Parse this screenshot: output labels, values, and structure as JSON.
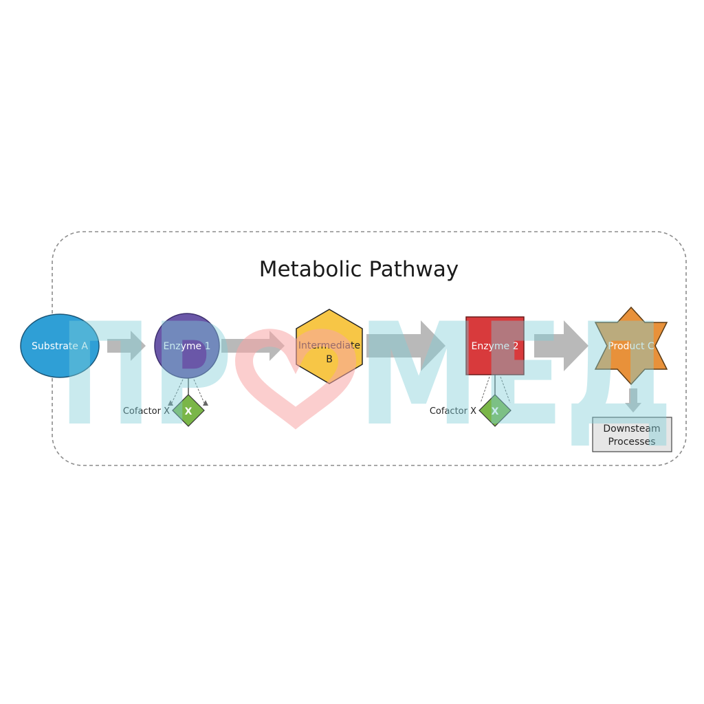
{
  "title": "Metabolic Pathway",
  "nodes": {
    "substrate": {
      "label": "Substrate A",
      "fill": "#2f9fd6",
      "text_color": "#ffffff"
    },
    "enzyme1": {
      "label": "Enzyme 1",
      "fill": "#6a57a8",
      "text_color": "#ffffff"
    },
    "intermediate": {
      "label_line1": "Intermediate",
      "label_line2": "B",
      "fill": "#f7c646",
      "text_color": "#222222"
    },
    "enzyme2": {
      "label": "Enzyme 2",
      "fill": "#d83a3c",
      "text_color": "#ffffff"
    },
    "product": {
      "label": "Product C",
      "fill": "#e8913a",
      "text_color": "#ffffff"
    },
    "downstream": {
      "label_line1": "Downsteam",
      "label_line2": "Processes",
      "fill": "#e6e6e6",
      "text_color": "#222222"
    }
  },
  "cofactors": [
    {
      "label": "Cofactor X",
      "symbol": "X",
      "fill": "#7ab648"
    },
    {
      "label": "Cofactor X",
      "symbol": "X",
      "fill": "#7ab648"
    }
  ],
  "watermark": {
    "left": "ПР",
    "right": "МЕД",
    "heart_color": "#f7a6a6"
  },
  "colors": {
    "arrow": "#b9b9b9",
    "border": "#8c8c8c"
  }
}
